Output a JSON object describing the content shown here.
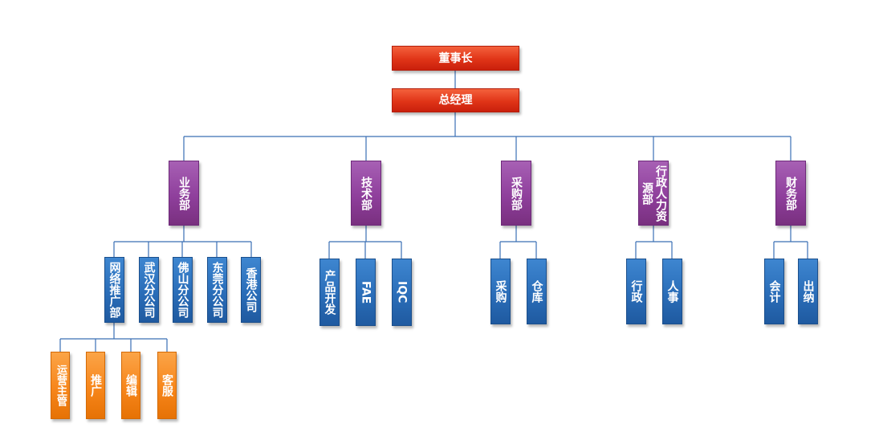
{
  "org": {
    "chairman": "董事长",
    "gm": "总经理",
    "departments": [
      {
        "name": "业务部",
        "units": [
          "网络推广部",
          "武汉分公司",
          "佛山分公司",
          "东莞分公司",
          "香港公司"
        ]
      },
      {
        "name": "技术部",
        "units": [
          "产品开发",
          "FAE",
          "IQC"
        ]
      },
      {
        "name": "采购部",
        "units": [
          "采购",
          "仓库"
        ]
      },
      {
        "name": "行政人力资源部",
        "units": [
          "行政",
          "人事"
        ]
      },
      {
        "name": "财务部",
        "units": [
          "会计",
          "出纳"
        ]
      }
    ],
    "network_teams": [
      "运营主管",
      "推广",
      "编辑",
      "客服"
    ]
  },
  "colors": {
    "top": "#e03417",
    "department": "#8f3f9c",
    "unit": "#2a6db8",
    "team": "#f7861b",
    "connector": "#3a6fb5"
  }
}
